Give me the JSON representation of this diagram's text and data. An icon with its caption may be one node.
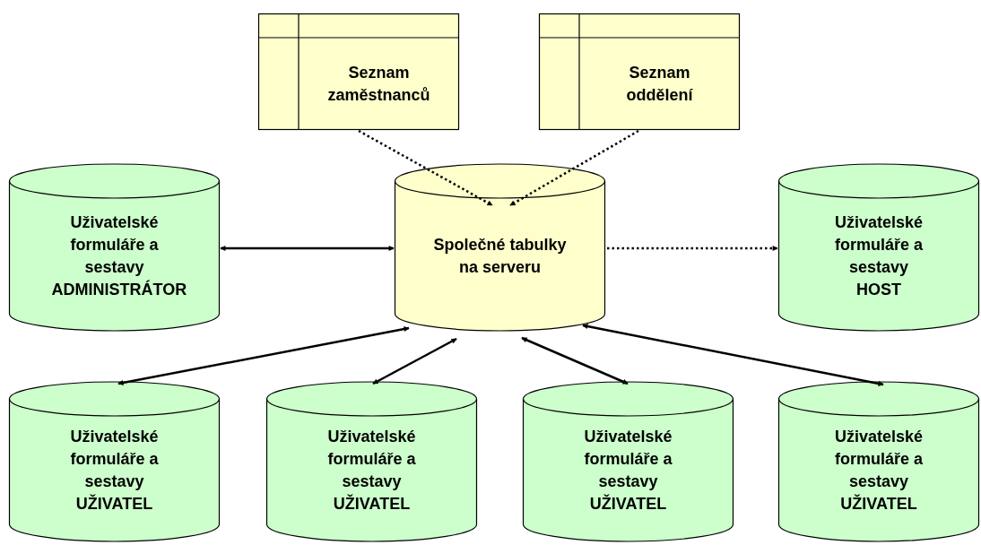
{
  "diagram": {
    "nodes": [
      {
        "text": [
          "Seznam zaměstnanců"
        ]
      },
      {
        "text": [
          "Seznam oddělení"
        ]
      },
      {
        "text": [
          "Uživatelské formuláře a sestavy ADMINISTRÁTOR"
        ]
      },
      {
        "text": [
          "Společné tabulky na serveru"
        ]
      },
      {
        "text": [
          "Uživatelské formuláře a sestavy HOST"
        ]
      },
      {
        "text": [
          "Uživatelské formuláře a sestavy UŽIVATEL"
        ]
      },
      {
        "text": [
          "Uživatelské formuláře a sestavy UŽIVATEL"
        ]
      },
      {
        "text": [
          "Uživatelské formuláře a sestavy UŽIVATEL"
        ]
      },
      {
        "text": [
          "Uživatelské formuláře a sestavy UŽIVATEL"
        ]
      }
    ],
    "edges": [
      {
        "from": 0,
        "to": 3,
        "arrow": "to",
        "style": "dashed"
      },
      {
        "from": 1,
        "to": 3,
        "arrow": "to",
        "style": "dashed"
      },
      {
        "from": 2,
        "to": 3,
        "arrow": "both"
      },
      {
        "from": 3,
        "to": 4,
        "arrow": "to",
        "style": "dashed"
      },
      {
        "from": 3,
        "to": 5,
        "arrow": "both"
      },
      {
        "from": 3,
        "to": 6,
        "arrow": "both"
      },
      {
        "from": 3,
        "to": 7,
        "arrow": "both"
      },
      {
        "from": 3,
        "to": 8,
        "arrow": "both"
      }
    ]
  }
}
